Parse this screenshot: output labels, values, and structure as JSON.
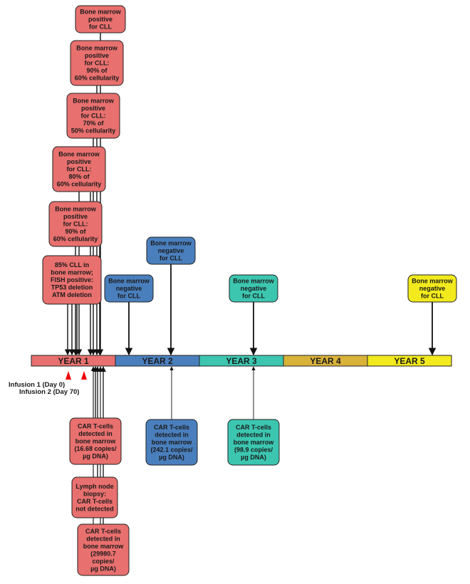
{
  "colors": {
    "red": "#e8706e",
    "blue": "#4a7fbd",
    "teal": "#3cc6b0",
    "gold": "#d9b23a",
    "yellow": "#f2ea1c",
    "marker": "#ee0000",
    "border": "#222222"
  },
  "timeline": {
    "years": [
      {
        "label": "YEAR 1",
        "color": "red"
      },
      {
        "label": "YEAR 2",
        "color": "blue"
      },
      {
        "label": "YEAR 3",
        "color": "teal"
      },
      {
        "label": "YEAR 4",
        "color": "gold"
      },
      {
        "label": "YEAR 5",
        "color": "yellow"
      }
    ]
  },
  "infusions": [
    {
      "label": "Infusion 1 (Day 0)"
    },
    {
      "label": "Infusion 2 (Day 70)"
    }
  ],
  "events_above": [
    {
      "lines": [
        "Bone marrow",
        "positive",
        "for CLL"
      ],
      "color": "red"
    },
    {
      "lines": [
        "Bone marrow",
        "positive",
        "for CLL:",
        "90% of",
        "60% cellularity"
      ],
      "color": "red"
    },
    {
      "lines": [
        "Bone marrow",
        "positive",
        "for CLL:",
        "70% of",
        "50% cellularity"
      ],
      "color": "red"
    },
    {
      "lines": [
        "Bone marrow",
        "positive",
        "for CLL:",
        "80% of",
        "60% cellularity"
      ],
      "color": "red"
    },
    {
      "lines": [
        "Bone marrow",
        "positive",
        "for CLL:",
        "90% of",
        "60% cellularity"
      ],
      "color": "red"
    },
    {
      "lines": [
        "85% CLL in",
        "bone marrow;",
        "FISH positive:",
        "TP53 deletion",
        "ATM deletion"
      ],
      "color": "red"
    },
    {
      "lines": [
        "Bone marrow",
        "negative",
        "for CLL"
      ],
      "color": "blue"
    },
    {
      "lines": [
        "Bone marrow",
        "negative",
        "for CLL"
      ],
      "color": "blue"
    },
    {
      "lines": [
        "Bone marrow",
        "negative",
        "for CLL"
      ],
      "color": "teal"
    },
    {
      "lines": [
        "Bone marrow",
        "negative",
        "for CLL"
      ],
      "color": "yellow"
    }
  ],
  "events_below": [
    {
      "lines": [
        "CAR T-cells",
        "detected in",
        "bone marrow",
        "(16.68 copies/",
        "µg DNA)"
      ],
      "color": "red"
    },
    {
      "lines": [
        "Lymph node",
        "biopsy:",
        "CAR T-cells",
        "not detected"
      ],
      "color": "red"
    },
    {
      "lines": [
        "CAR T-cells",
        "detected in",
        "bone marrow",
        "(29980.7",
        "copies/",
        "µg DNA)"
      ],
      "color": "red"
    },
    {
      "lines": [
        "CAR T-cells",
        "detected in",
        "bone marrow",
        "(242.1 copies/",
        "µg DNA)"
      ],
      "color": "blue"
    },
    {
      "lines": [
        "CAR T-cells",
        "detected in",
        "bone marrow",
        "(98.9 copies/",
        "µg DNA)"
      ],
      "color": "teal"
    }
  ]
}
